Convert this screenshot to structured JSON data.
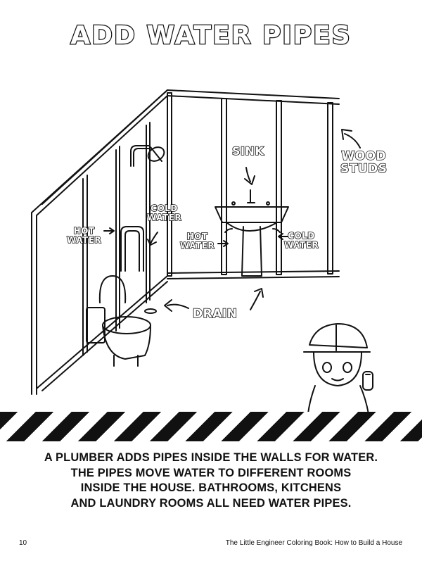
{
  "title": "ADD WATER PIPES",
  "labels": {
    "sink": "SINK",
    "wood_studs": [
      "WOOD",
      "STUDS"
    ],
    "hot_water_left": [
      "HOT",
      "WATER"
    ],
    "cold_water_left": [
      "COLD",
      "WATER"
    ],
    "hot_water_sink": [
      "HOT",
      "WATER"
    ],
    "cold_water_sink": [
      "COLD",
      "WATER"
    ],
    "drain": "DRAIN"
  },
  "body_text": [
    "A PLUMBER ADDS PIPES INSIDE THE WALLS FOR WATER.",
    "THE PIPES MOVE WATER TO DIFFERENT ROOMS",
    "INSIDE THE HOUSE. BATHROOMS, KITCHENS",
    "AND LAUNDRY ROOMS ALL NEED WATER PIPES."
  ],
  "footer": {
    "page_number": "10",
    "book_title": "The Little Engineer Coloring Book: How to Build a House"
  },
  "icons": [
    "showerhead-icon",
    "sink-icon",
    "toilet-icon",
    "floor-drain-icon",
    "engineer-character",
    "curved-arrow-icon"
  ],
  "colors": {
    "ink": "#111111",
    "paper": "#ffffff"
  }
}
